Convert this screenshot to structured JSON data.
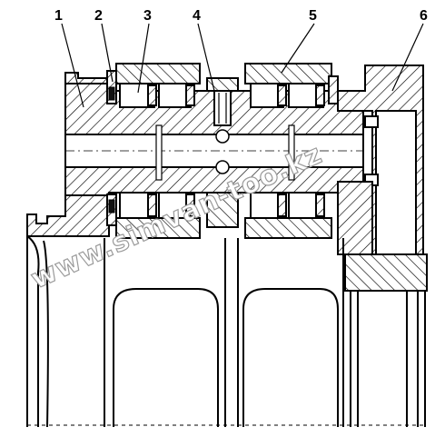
{
  "labels": [
    {
      "id": "1",
      "text": "1"
    },
    {
      "id": "2",
      "text": "2"
    },
    {
      "id": "3",
      "text": "3"
    },
    {
      "id": "4",
      "text": "4"
    },
    {
      "id": "5",
      "text": "5"
    },
    {
      "id": "6",
      "text": "6"
    }
  ],
  "watermark": "www.simvan-too.kz"
}
